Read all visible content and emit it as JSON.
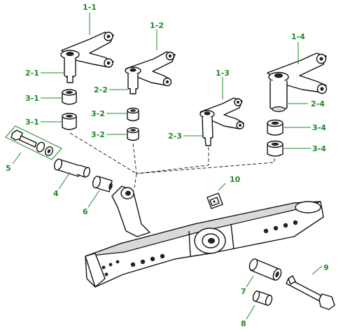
{
  "callouts": {
    "c_1_1": "1-1",
    "c_1_2": "1-2",
    "c_1_3": "1-3",
    "c_1_4": "1-4",
    "c_2_1": "2-1",
    "c_2_2": "2-2",
    "c_2_3": "2-3",
    "c_2_4": "2-4",
    "c_3_1a": "3-1",
    "c_3_1b": "3-1",
    "c_3_2a": "3-2",
    "c_3_2b": "3-2",
    "c_3_4a": "3-4",
    "c_3_4b": "3-4",
    "c_4": "4",
    "c_5": "5",
    "c_6": "6",
    "c_7": "7",
    "c_8": "8",
    "c_9": "9",
    "c_10": "10"
  },
  "colors": {
    "callout": "#1f8a2a",
    "ink": "#111111"
  }
}
